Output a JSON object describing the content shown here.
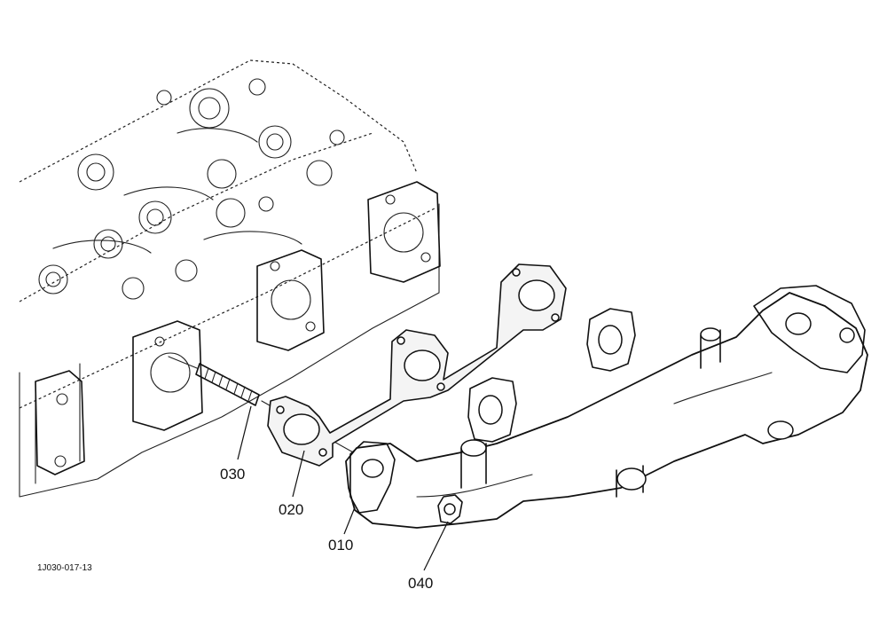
{
  "parts": [
    {
      "id": "manifold",
      "label": "010"
    },
    {
      "id": "gasket",
      "label": "020"
    },
    {
      "id": "stud",
      "label": "030"
    },
    {
      "id": "nut",
      "label": "040"
    }
  ],
  "reference_code": "1J030-017-13"
}
